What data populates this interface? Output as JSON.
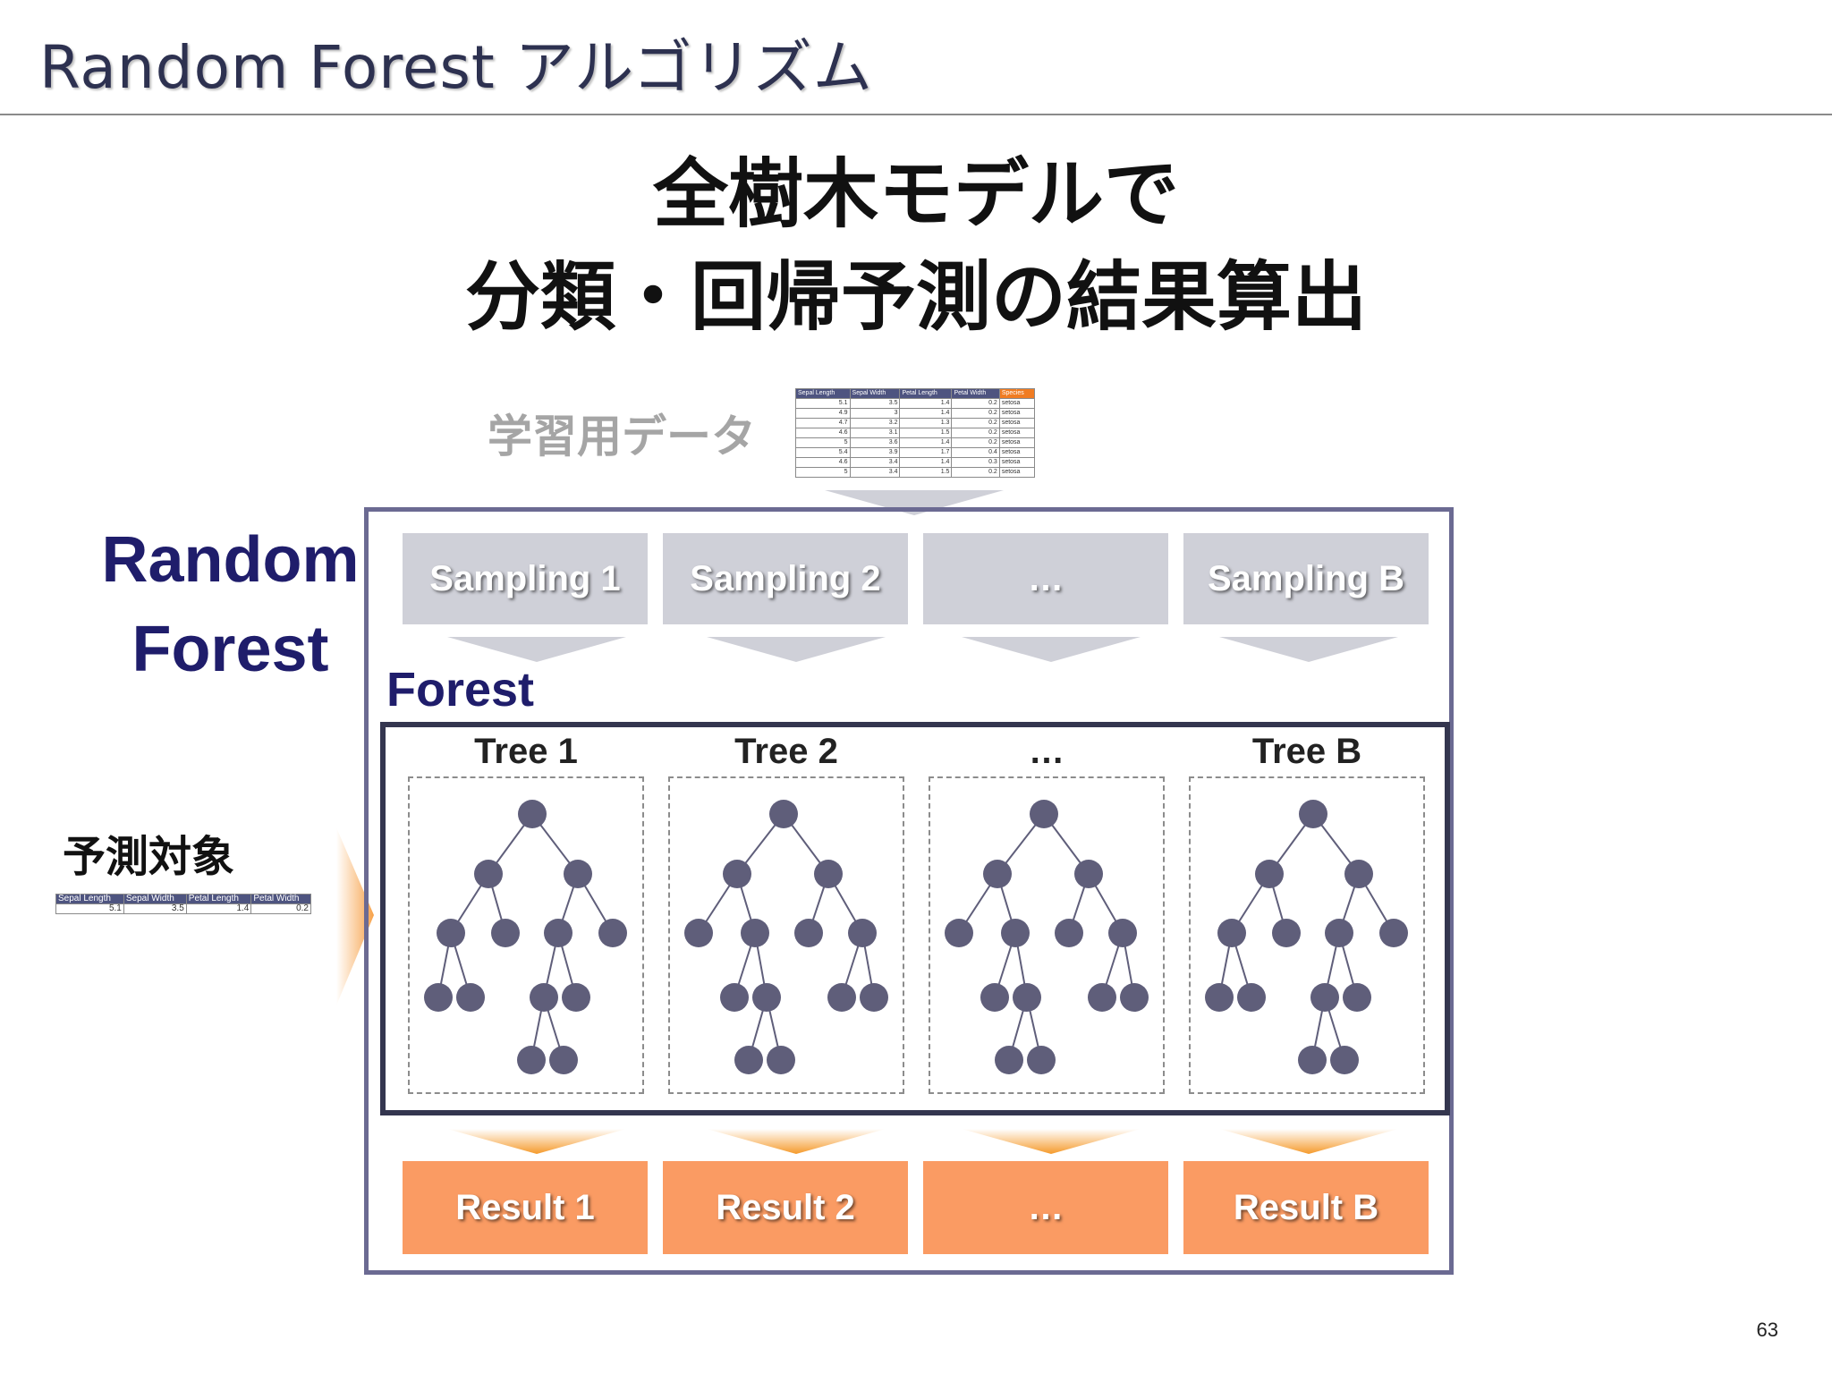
{
  "slide": {
    "title": "Random Forest アルゴリズム",
    "headline_line1": "全樹木モデルで",
    "headline_line2": "分類・回帰予測の結果算出",
    "page_number": "63"
  },
  "labels": {
    "training_data": "学習用データ",
    "random": "Random",
    "forest_word": "Forest",
    "forest_section": "Forest",
    "prediction_target": "予測対象"
  },
  "training_table": {
    "headers": [
      "Sepal Length",
      "Sepal Width",
      "Petal Length",
      "Petal Width",
      "Species"
    ],
    "rows": [
      [
        "5.1",
        "3.5",
        "1.4",
        "0.2",
        "setosa"
      ],
      [
        "4.9",
        "3",
        "1.4",
        "0.2",
        "setosa"
      ],
      [
        "4.7",
        "3.2",
        "1.3",
        "0.2",
        "setosa"
      ],
      [
        "4.6",
        "3.1",
        "1.5",
        "0.2",
        "setosa"
      ],
      [
        "5",
        "3.6",
        "1.4",
        "0.2",
        "setosa"
      ],
      [
        "5.4",
        "3.9",
        "1.7",
        "0.4",
        "setosa"
      ],
      [
        "4.6",
        "3.4",
        "1.4",
        "0.3",
        "setosa"
      ],
      [
        "5",
        "3.4",
        "1.5",
        "0.2",
        "setosa"
      ]
    ]
  },
  "target_table": {
    "headers": [
      "Sepal Length",
      "Sepal Width",
      "Petal Length",
      "Petal Width"
    ],
    "row": [
      "5.1",
      "3.5",
      "1.4",
      "0.2"
    ]
  },
  "samplings": [
    "Sampling 1",
    "Sampling 2",
    "…",
    "Sampling B"
  ],
  "trees": [
    "Tree 1",
    "Tree 2",
    "…",
    "Tree B"
  ],
  "results": [
    "Result 1",
    "Result 2",
    "…",
    "Result B"
  ],
  "colors": {
    "title_navy": "#1f1d6b",
    "frame": "#6b6a92",
    "sampling_fill": "#cfd0d8",
    "result_fill": "#fa9b63",
    "node": "#5f5e7a",
    "species_header": "#f07c22"
  }
}
